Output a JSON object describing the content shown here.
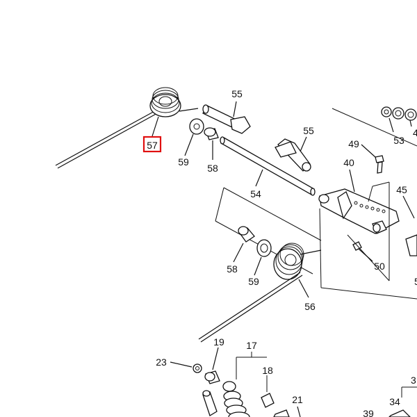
{
  "diagram": {
    "highlight_color": "#e01010",
    "highlighted_callout": "57",
    "callouts": {
      "c57": "57",
      "c59a": "59",
      "c58a": "58",
      "c55a": "55",
      "c55b": "55",
      "c54": "54",
      "c58b": "58",
      "c59b": "59",
      "c56": "56",
      "c49": "49",
      "c40": "40",
      "c53": "53",
      "c4": "4",
      "c45": "45",
      "c50": "50",
      "c5": "5",
      "c19": "19",
      "c17": "17",
      "c18": "18",
      "c23": "23",
      "c21": "21",
      "c39": "39",
      "c34": "34",
      "c3": "3"
    }
  }
}
